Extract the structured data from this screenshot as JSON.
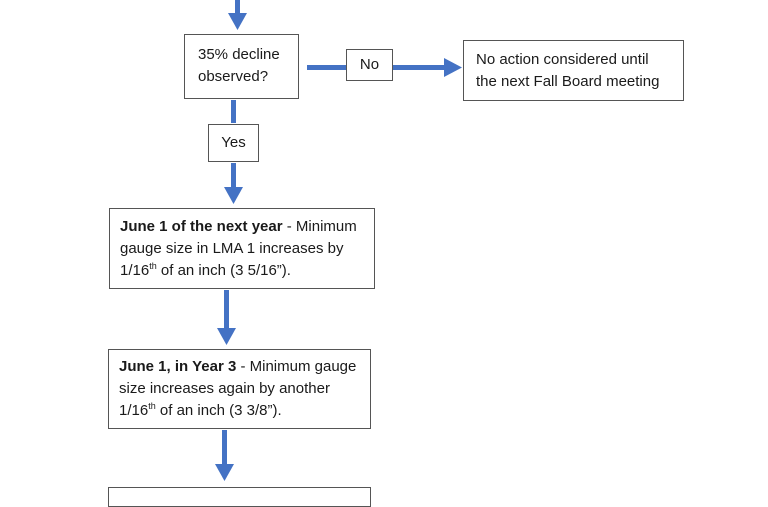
{
  "flowchart": {
    "decision": {
      "line1": "35% decline",
      "line2": "observed?"
    },
    "no_label": "No",
    "no_outcome": {
      "line1": "No action considered until",
      "line2": "the next Fall Board meeting"
    },
    "yes_label": "Yes",
    "step1": {
      "bold": "June 1 of the next year",
      "text": " - Minimum",
      "line2": "gauge size in LMA 1 increases by",
      "line3_pre": "1/16",
      "line3_sup": "th",
      "line3_post": " of an inch (3 5/16”)."
    },
    "step2": {
      "bold": "June 1, in Year 3",
      "text": " - Minimum gauge",
      "line2": "size increases again by another",
      "line3_pre": "1/16",
      "line3_sup": "th",
      "line3_post": " of an inch (3 3/8”)."
    }
  },
  "colors": {
    "arrow": "#4472C4",
    "border": "#555555"
  }
}
